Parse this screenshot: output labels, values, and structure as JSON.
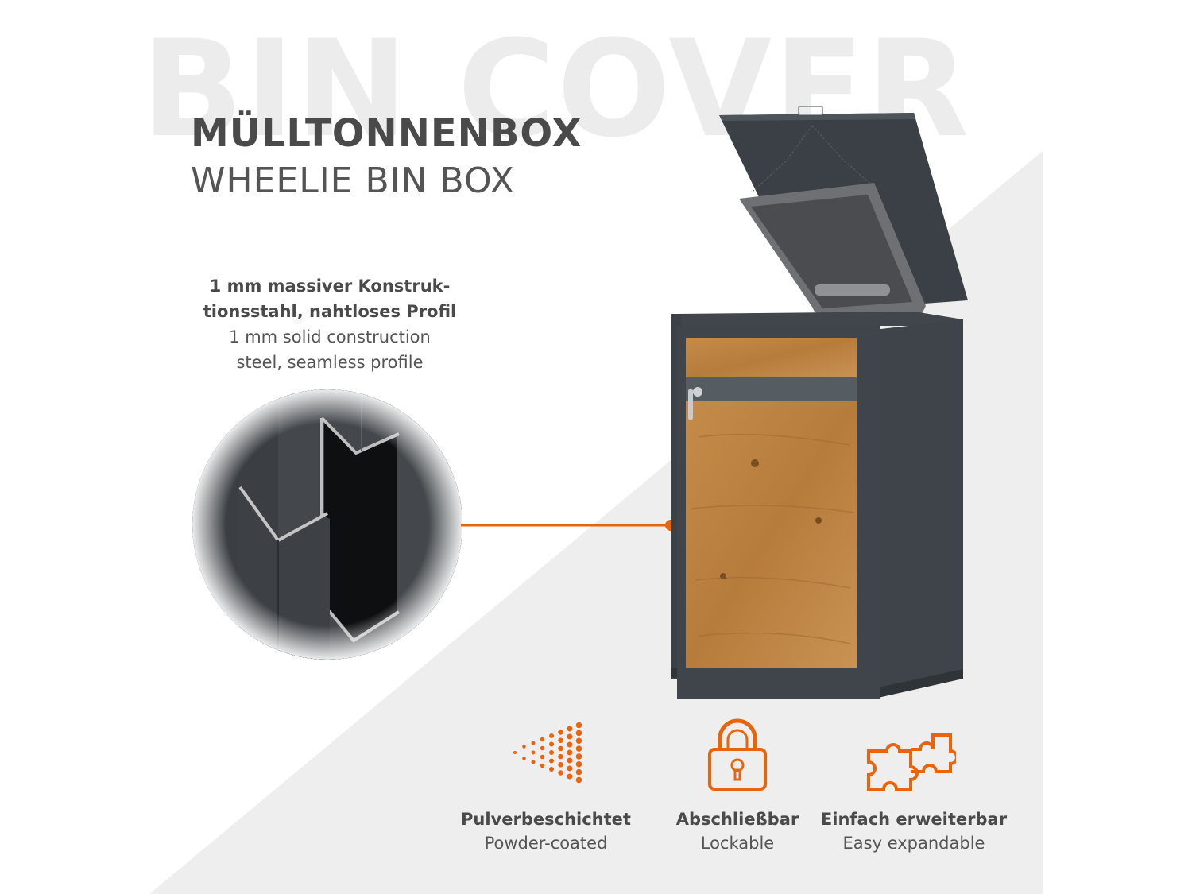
{
  "watermark": "BIN COVER",
  "title": {
    "de": "MÜLLTONNENBOX",
    "en": "WHEELIE BIN BOX"
  },
  "spec": {
    "de_line1": "1 mm massiver Konstruk-",
    "de_line2": "tionsstahl, nahtloses Profil",
    "en_line1": "1 mm solid construction",
    "en_line2": "steel, seamless profile"
  },
  "features": [
    {
      "icon": "powder-spray-icon",
      "de": "Pulverbeschichtet",
      "en": "Powder-coated"
    },
    {
      "icon": "padlock-icon",
      "de": "Abschließbar",
      "en": "Lockable"
    },
    {
      "icon": "puzzle-icon",
      "de": "Einfach erweiterbar",
      "en": "Easy expandable"
    }
  ],
  "colors": {
    "accent": "#e8650f",
    "steel": "#3d4247",
    "wood": "#b9803f",
    "background_panel": "#ececec"
  }
}
